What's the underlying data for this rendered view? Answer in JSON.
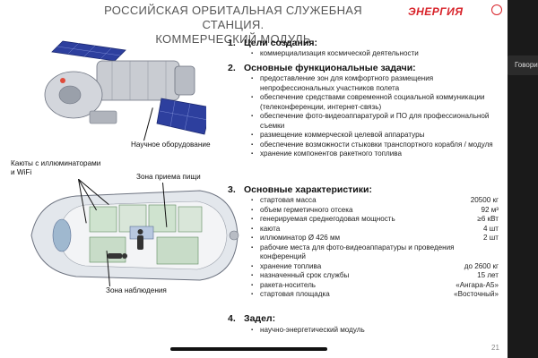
{
  "title_line1": "РОССИЙСКАЯ ОРБИТАЛЬНАЯ СЛУЖЕБНАЯ СТАНЦИЯ.",
  "title_line2": "КОММЕРЧЕСКИЙ МОДУЛЬ",
  "logo_text": "ЭНЕРГИЯ",
  "tooltip_text": "Говорит",
  "page_number": "21",
  "labels": {
    "scientific_equipment": "Научное оборудование",
    "cabins_line1": "Каюты с иллюминаторами",
    "cabins_line2": "и WiFi",
    "food_zone": "Зона приема пищи",
    "observation_zone": "Зона наблюдения"
  },
  "sections": {
    "goals": {
      "num": "1.",
      "title": "Цели создания:",
      "items": [
        "коммерциализация космической деятельности"
      ]
    },
    "tasks": {
      "num": "2.",
      "title": "Основные функциональные задачи:",
      "items": [
        "предоставление зон для комфортного размещения непрофессиональных участников полета",
        "обеспечение средствами современной социальной коммуникации (телеконференции, интернет-связь)",
        "обеспечение фото-видеоаппаратурой и ПО для профессиональной съемки",
        "размещение коммерческой целевой аппаратуры",
        "обеспечение возможности стыковки транспортного корабля / модуля",
        "хранение компонентов ракетного топлива"
      ]
    },
    "specs": {
      "num": "3.",
      "title": "Основные характеристики:",
      "rows": [
        {
          "label": "стартовая масса",
          "value": "20500 кг"
        },
        {
          "label": "объем герметичного отсека",
          "value": "92 м³"
        },
        {
          "label": "генерируемая среднегодовая мощность",
          "value": "≥6 кВт"
        },
        {
          "label": "каюта",
          "value": "4 шт"
        },
        {
          "label": "иллюминатор Ø 426 мм",
          "value": "2 шт"
        },
        {
          "label": "рабочие места для фото-видеоаппаратуры и проведения конференций",
          "value": ""
        },
        {
          "label": "хранение топлива",
          "value": "до 2600 кг"
        },
        {
          "label": "назначенный срок службы",
          "value": "15 лет"
        },
        {
          "label": "ракета-носитель",
          "value": "«Ангара-А5»"
        },
        {
          "label": "стартовая площадка",
          "value": "«Восточный»"
        }
      ]
    },
    "backlog": {
      "num": "4.",
      "title": "Задел:",
      "items": [
        "научно-энергетический модуль"
      ]
    }
  }
}
